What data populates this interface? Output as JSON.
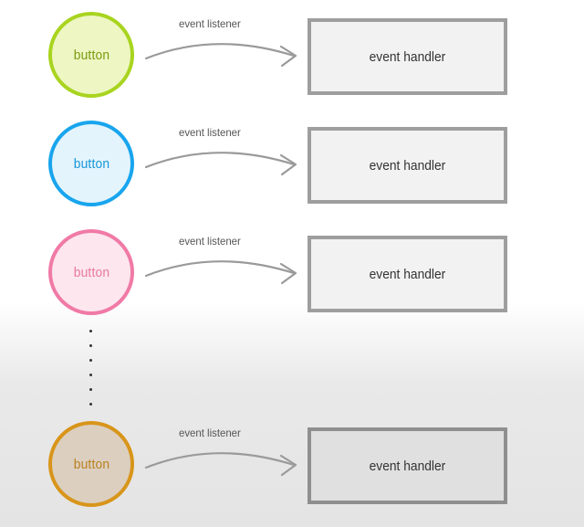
{
  "rows": [
    {
      "button_label": "button",
      "listener_label": "event listener",
      "handler_label": "event handler",
      "colors": {
        "border": "#a8d41f",
        "fill": "#eef6c3",
        "text": "#7a9a10"
      }
    },
    {
      "button_label": "button",
      "listener_label": "event listener",
      "handler_label": "event handler",
      "colors": {
        "border": "#19a5ee",
        "fill": "#e4f4fd",
        "text": "#1595d8"
      }
    },
    {
      "button_label": "button",
      "listener_label": "event listener",
      "handler_label": "event handler",
      "colors": {
        "border": "#f07aa6",
        "fill": "#fde6ee",
        "text": "#e8799f"
      }
    },
    {
      "button_label": "button",
      "listener_label": "event listener",
      "handler_label": "event handler",
      "colors": {
        "border": "#d8951a",
        "fill": "#dccfc0",
        "text": "#b9801f"
      }
    }
  ],
  "arrow_color": "#9a9a9a",
  "handler_border_color": "#9e9e9e"
}
